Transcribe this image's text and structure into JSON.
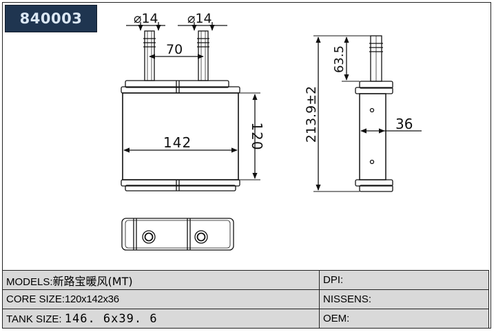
{
  "part_number": "840003",
  "dimensions": {
    "pipe_diameter_left": "⌀14",
    "pipe_diameter_right": "⌀14",
    "pipe_spacing": "70",
    "core_width": "142",
    "core_height": "120",
    "overall_height": "213.9±2",
    "pipe_height": "63.5",
    "core_depth": "36"
  },
  "spec": {
    "models_label": "MODELS:",
    "models_value": "新路宝暖风(MT)",
    "core_size_label": "CORE SIZE:",
    "core_size_value": "120x142x36",
    "tank_size_label": "TANK SIZE:",
    "tank_size_value": "146. 6x39. 6",
    "dpi_label": "DPI:",
    "nissens_label": "NISSENS:",
    "oem_label": "OEM:"
  }
}
